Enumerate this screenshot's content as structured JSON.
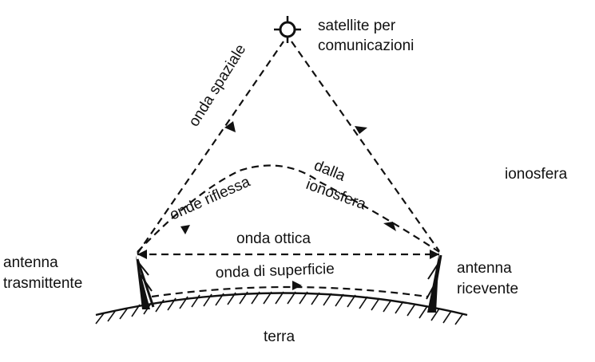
{
  "diagram": {
    "labels": {
      "satellite": [
        "satellite per",
        "comunicazioni"
      ],
      "space_wave": "onda spaziale",
      "ionosphere": "ionosfera",
      "reflected_wave": "onde riflessa",
      "from_ionosphere": [
        "dalla",
        "ionosfera"
      ],
      "optical_wave": "onda ottica",
      "surface_wave": "onda di superficie",
      "transmitting_antenna": [
        "antenna",
        "trasmittente"
      ],
      "receiving_antenna": [
        "antenna",
        "ricevente"
      ],
      "earth": "terra"
    },
    "icons": {
      "satellite": "satellite-icon",
      "transmitter": "tower-icon",
      "receiver": "tower-icon",
      "ground": "hatched-ground"
    },
    "colors": {
      "ink": "#111111",
      "background": "#ffffff"
    }
  }
}
